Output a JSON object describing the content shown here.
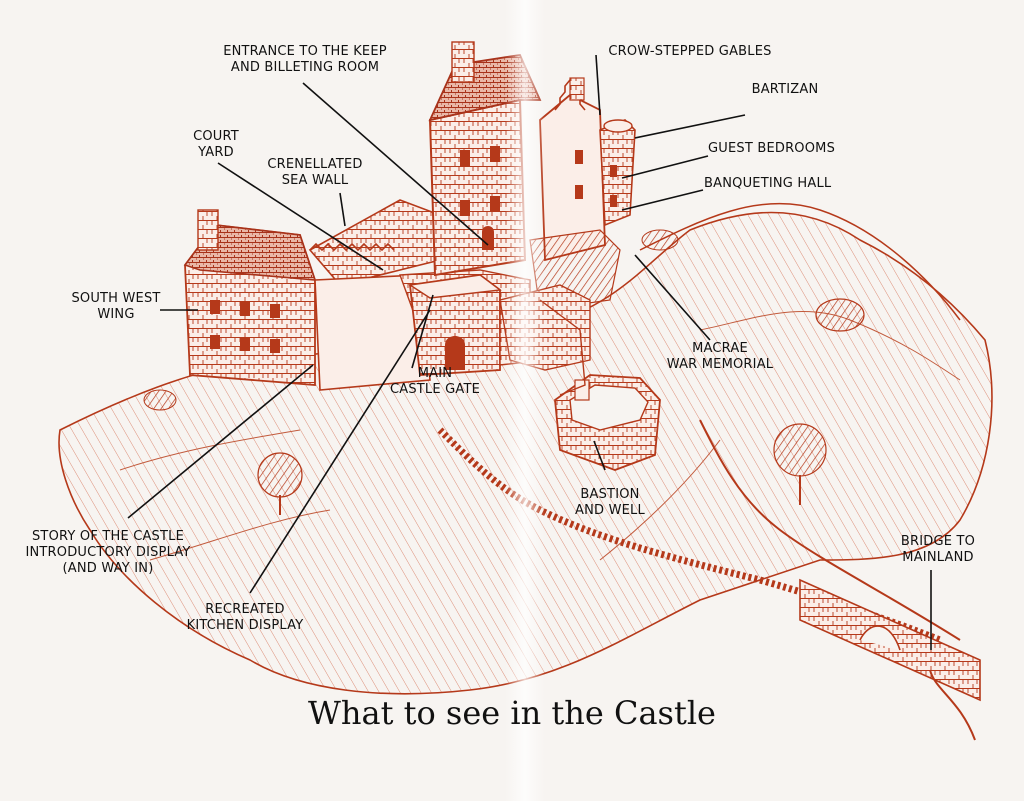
{
  "title": "What to see in the Castle",
  "colors": {
    "ink": "#b5391a",
    "ink_light": "#d9826a",
    "text": "#111111",
    "paper": "#f7f4f1"
  },
  "labels": {
    "entrance": "ENTRANCE TO THE KEEP\nAND BILLETING ROOM",
    "gables": "CROW-STEPPED GABLES",
    "bartizan": "BARTIZAN",
    "court_yard": "COURT\nYARD",
    "sea_wall": "CRENELLATED\nSEA WALL",
    "guest_bedrooms": "GUEST BEDROOMS",
    "banqueting_hall": "BANQUETING HALL",
    "south_west_wing": "SOUTH WEST\nWING",
    "main_gate": "MAIN\nCASTLE GATE",
    "war_memorial": "MACRAE\nWAR MEMORIAL",
    "bastion": "BASTION\nAND WELL",
    "story": "STORY OF THE CASTLE\nINTRODUCTORY DISPLAY\n(AND WAY IN)",
    "bridge": "BRIDGE TO\nMAINLAND",
    "kitchen": "RECREATED\nKITCHEN DISPLAY"
  }
}
